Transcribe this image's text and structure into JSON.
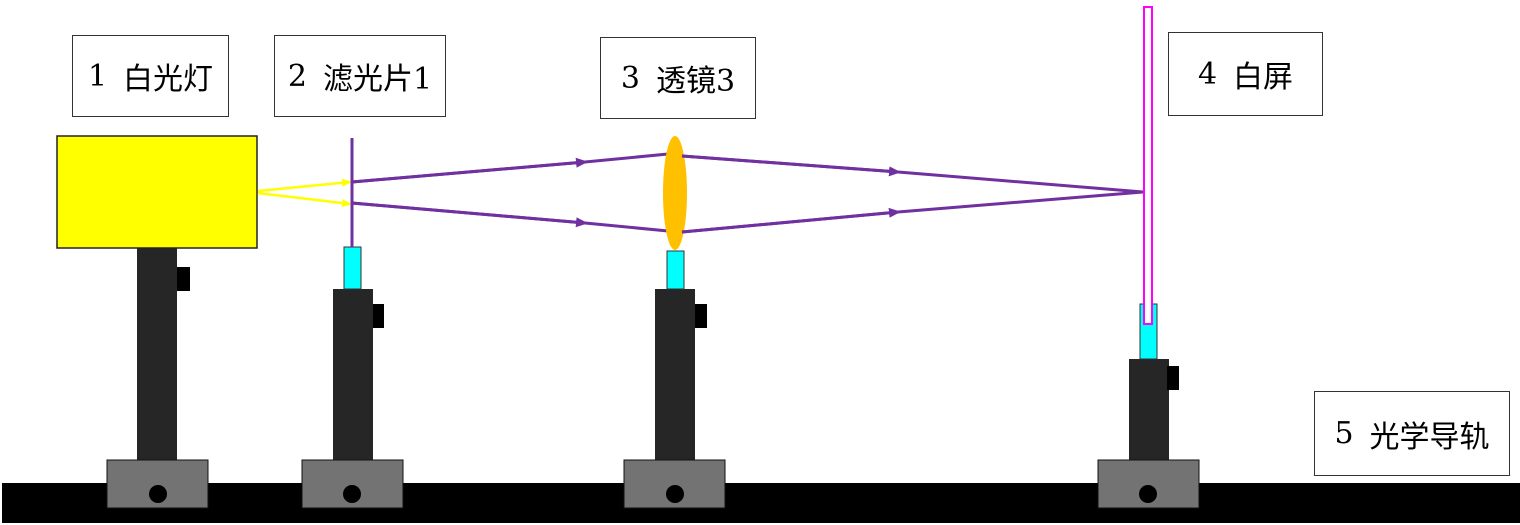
{
  "labels": {
    "lamp": {
      "number": "1",
      "text": "白光灯"
    },
    "filter": {
      "number": "2",
      "text": "滤光片1"
    },
    "lens": {
      "number": "3",
      "text": "透镜3"
    },
    "screen": {
      "number": "4",
      "text": "白屏"
    },
    "rail": {
      "number": "5",
      "text": "光学导轨"
    }
  },
  "colors": {
    "lamp": "#ffff00",
    "lamp_rays": "#ffff00",
    "beam": "#7030a0",
    "lens": "#ffc000",
    "lens_holder": "#00ffff",
    "screen": "#ff00ff",
    "post": "#262626",
    "base": "#737373",
    "rail": "#000000"
  }
}
